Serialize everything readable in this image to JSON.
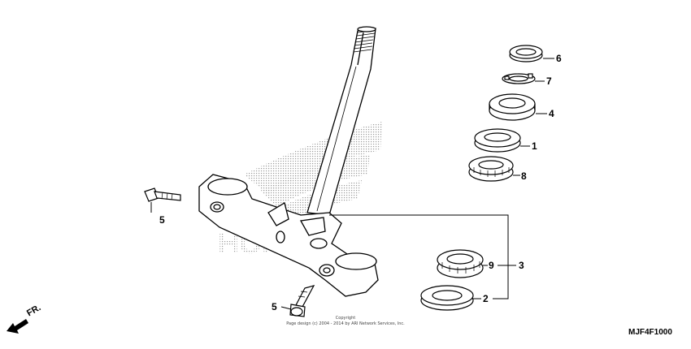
{
  "diagram": {
    "callouts": {
      "c1": "1",
      "c2": "2",
      "c3": "3",
      "c4": "4",
      "c5a": "5",
      "c5b": "5",
      "c6": "6",
      "c7": "7",
      "c8": "8",
      "c9": "9"
    },
    "direction_label": "FR.",
    "copyright_line1": "Copyright",
    "copyright_line2": "Page design (c) 2004 - 2014 by ARI Network Services, Inc.",
    "diagram_code": "MJF4F1000",
    "watermark": "HONDA",
    "colors": {
      "line": "#000000",
      "watermark": "#b8b8b8",
      "background": "#ffffff"
    }
  }
}
